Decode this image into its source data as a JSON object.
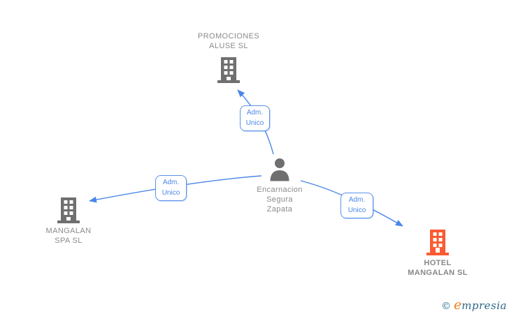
{
  "person": {
    "line1": "Encarnacion",
    "line2": "Segura",
    "line3": "Zapata"
  },
  "companies": {
    "top": {
      "line1": "PROMOCIONES",
      "line2": "ALUSE SL",
      "highlighted": false
    },
    "left": {
      "line1": "MANGALAN",
      "line2": "SPA SL",
      "highlighted": false
    },
    "right": {
      "line1": "HOTEL",
      "line2": "MANGALAN SL",
      "highlighted": true
    }
  },
  "edges": {
    "top": {
      "line1": "Adm.",
      "line2": "Unico"
    },
    "left": {
      "line1": "Adm.",
      "line2": "Unico"
    },
    "right": {
      "line1": "Adm.",
      "line2": "Unico"
    }
  },
  "icons": {
    "company": "building-icon",
    "person": "user-icon"
  },
  "logo": {
    "copyright": "©",
    "initial": "e",
    "rest": "mpresia"
  },
  "colors": {
    "edge_blue": "#4b87e8",
    "chip_border_blue": "#5b91e8",
    "icon_gray": "#6f6f6f",
    "label_gray": "#8b8b8b",
    "highlight_orange": "#fa5b32",
    "logo_teal": "#2b7091",
    "logo_orange": "#ee7d23",
    "background": "#ffffff"
  }
}
